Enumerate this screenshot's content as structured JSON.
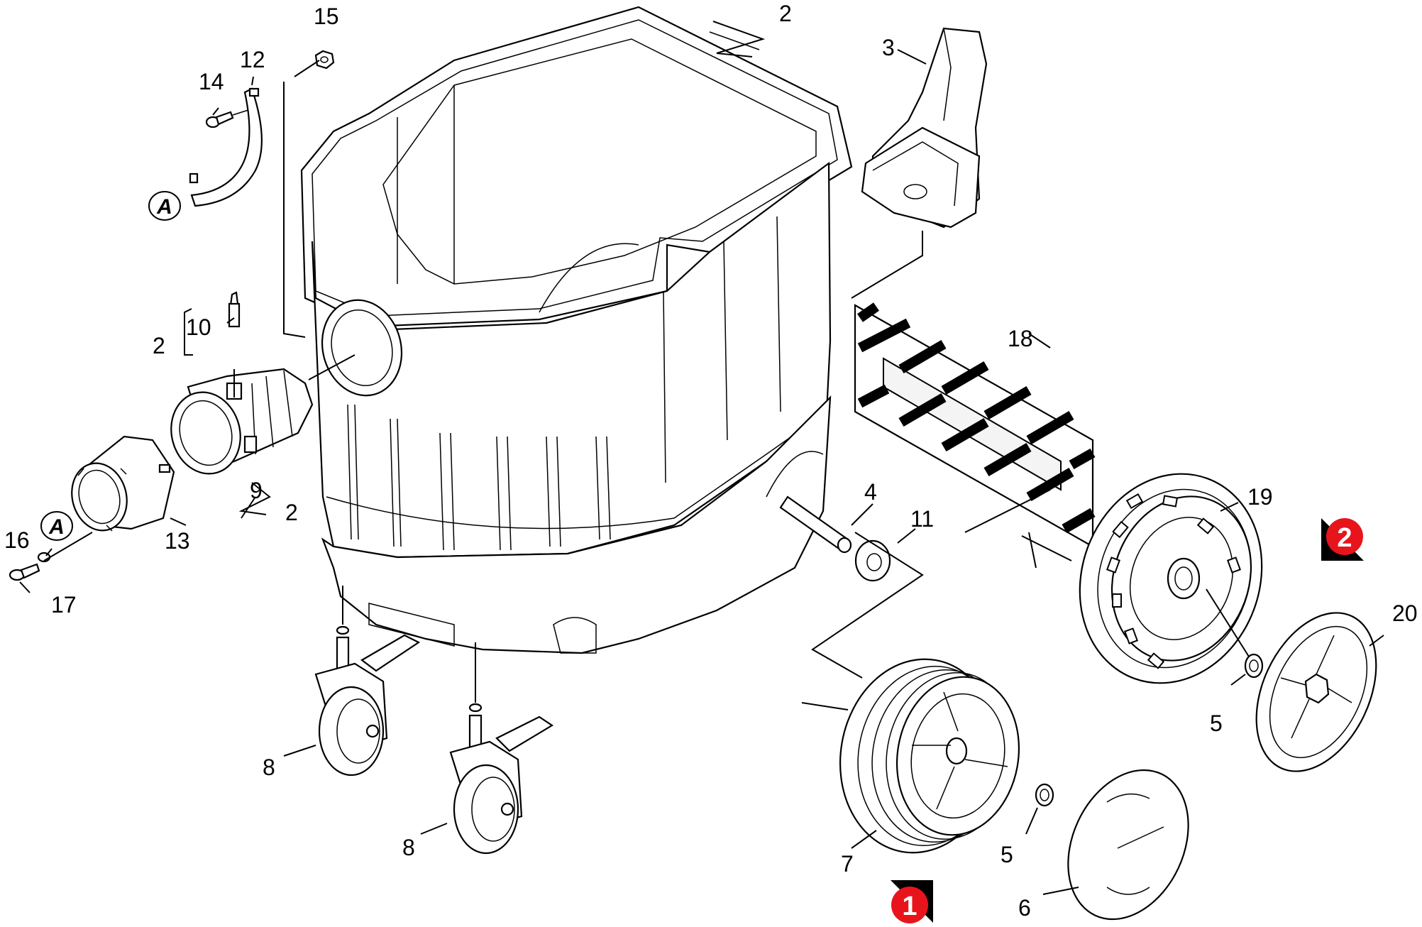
{
  "diagram": {
    "callouts": [
      {
        "id": "c2a",
        "text": "2"
      },
      {
        "id": "c3",
        "text": "3"
      },
      {
        "id": "c15",
        "text": "15"
      },
      {
        "id": "c12",
        "text": "12"
      },
      {
        "id": "c14",
        "text": "14"
      },
      {
        "id": "c10",
        "text": "10"
      },
      {
        "id": "c2b",
        "text": "2"
      },
      {
        "id": "c9",
        "text": "9"
      },
      {
        "id": "c2c",
        "text": "2"
      },
      {
        "id": "c13",
        "text": "13"
      },
      {
        "id": "c16",
        "text": "16"
      },
      {
        "id": "c17",
        "text": "17"
      },
      {
        "id": "c18",
        "text": "18"
      },
      {
        "id": "c4",
        "text": "4"
      },
      {
        "id": "c11",
        "text": "11"
      },
      {
        "id": "c19",
        "text": "19"
      },
      {
        "id": "c20",
        "text": "20"
      },
      {
        "id": "c5a",
        "text": "5"
      },
      {
        "id": "c5b",
        "text": "5"
      },
      {
        "id": "c7",
        "text": "7"
      },
      {
        "id": "c6",
        "text": "6"
      },
      {
        "id": "c8a",
        "text": "8"
      },
      {
        "id": "c8b",
        "text": "8"
      }
    ],
    "reference_markers": [
      {
        "id": "A1",
        "text": "A"
      },
      {
        "id": "A2",
        "text": "A"
      }
    ],
    "variant_badges": [
      {
        "id": "b1",
        "text": "1"
      },
      {
        "id": "b2",
        "text": "2"
      }
    ],
    "colors": {
      "ink": "#000000",
      "background": "#ffffff",
      "badge": "#e8141c"
    }
  }
}
